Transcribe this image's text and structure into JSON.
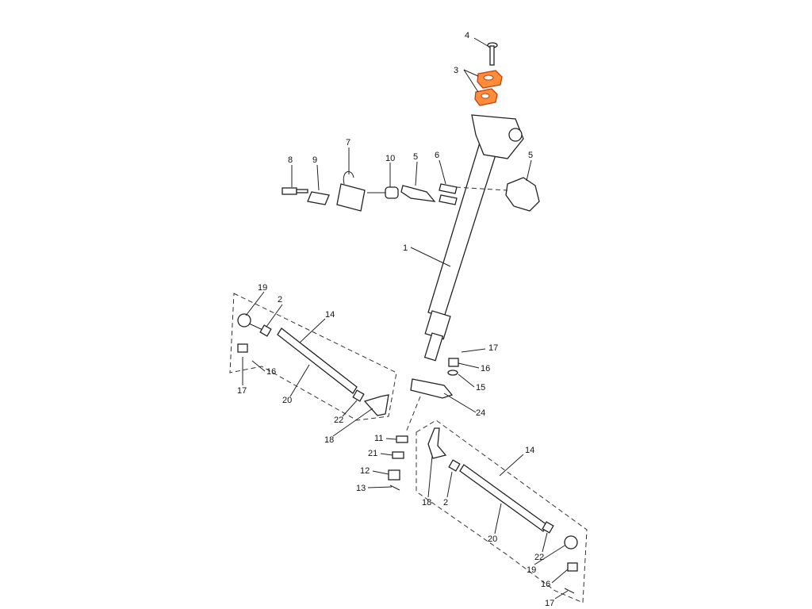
{
  "title": "Steering column and tie rod exploded parts diagram",
  "highlight_color": "#ff8c3a",
  "labels": [
    "4",
    "3",
    "8",
    "9",
    "7",
    "10",
    "5",
    "6",
    "5",
    "1",
    "19",
    "2",
    "14",
    "16",
    "17",
    "20",
    "22",
    "18",
    "17",
    "16",
    "15",
    "24",
    "11",
    "21",
    "12",
    "13",
    "14",
    "18",
    "2",
    "20",
    "22",
    "19",
    "16",
    "17"
  ]
}
